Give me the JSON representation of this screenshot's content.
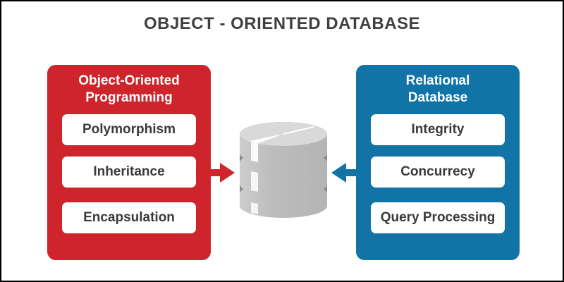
{
  "title": "OBJECT - ORIENTED DATABASE",
  "colors": {
    "background": "#ffffff",
    "border": "#000000",
    "title_text": "#404040",
    "item_text": "#3a3a3a",
    "red": "#ce252d",
    "blue": "#1173a6",
    "db_side": "#bdbdbd",
    "db_side_light": "#cdcdcd",
    "db_top": "#d9d9d9",
    "db_band": "#8a8a8a",
    "db_highlight": "#ffffff"
  },
  "left_panel": {
    "title_lines": [
      "Object-Oriented",
      "Programming"
    ],
    "items": [
      "Polymorphism",
      "Inheritance",
      "Encapsulation"
    ]
  },
  "right_panel": {
    "title_lines": [
      "Relational",
      "Database"
    ],
    "items": [
      "Integrity",
      "Concurrecy",
      "Query Processing"
    ]
  },
  "icons": {
    "center": "database-icon",
    "left_arrow": "red-arrow-right-icon",
    "right_arrow": "blue-arrow-left-icon"
  }
}
